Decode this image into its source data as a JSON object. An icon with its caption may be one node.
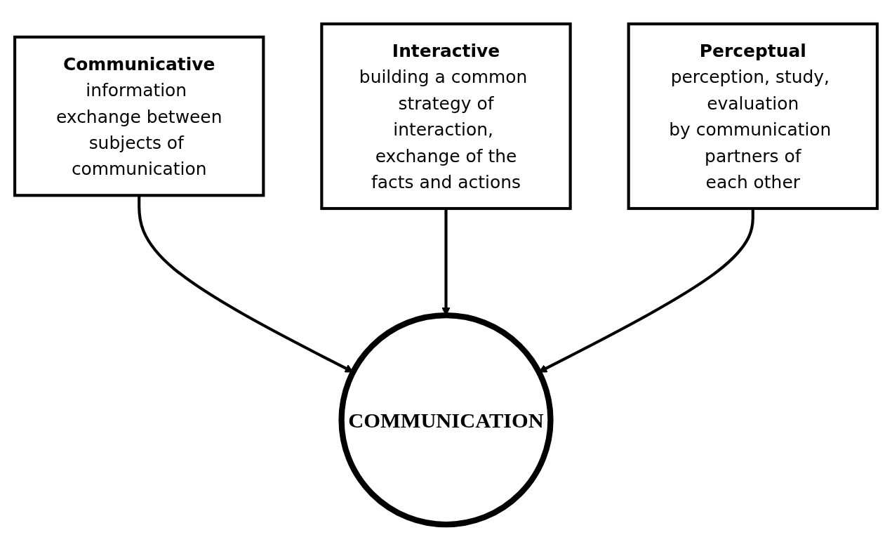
{
  "diagram": {
    "nodes": [
      {
        "text": [
          "Communicative",
          "information exchange between subjects of communication"
        ]
      },
      {
        "text": [
          "Interactive",
          "building a common strategy of interaction, exchange of the facts and actions"
        ]
      },
      {
        "text": [
          "COMMUNICATION"
        ]
      },
      {
        "text": [
          "Perceptual",
          "perception, study, evaluation by communication partners of each other"
        ]
      }
    ],
    "edges": [
      {
        "from": 0,
        "to": 2,
        "arrow": "to"
      },
      {
        "from": 1,
        "to": 2,
        "arrow": "to"
      },
      {
        "from": 3,
        "to": 2,
        "arrow": "to"
      }
    ]
  }
}
